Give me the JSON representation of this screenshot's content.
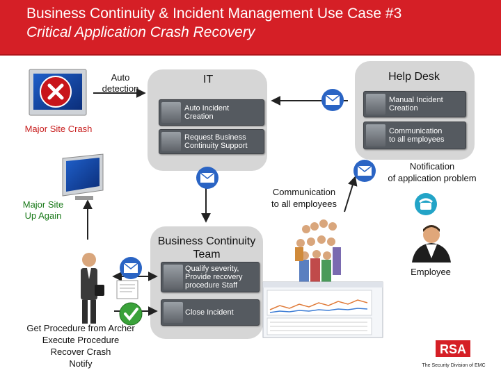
{
  "header": {
    "title": "Business Continuity & Incident Management Use Case #3",
    "subtitle": "Critical Application Crash Recovery"
  },
  "labels": {
    "auto_detection": "Auto\ndetection",
    "major_site_crash": "Major Site Crash",
    "major_site_up": "Major Site\nUp Again",
    "notification": "Notification\nof application problem",
    "communication": "Communication\nto all employees",
    "employee": "Employee",
    "procedure": "Get Procedure from Archer\nExecute Procedure\nRecover Crash\nNotify"
  },
  "it_panel": {
    "title": "IT",
    "buttons": [
      "Auto Incident\nCreation",
      "Request Business\nContinuity Support"
    ]
  },
  "helpdesk_panel": {
    "title": "Help Desk",
    "buttons": [
      "Manual Incident\nCreation",
      "Communication\nto all employees"
    ]
  },
  "bc_panel": {
    "title": "Business Continuity\nTeam",
    "buttons": [
      "Qualify severity,\nProvide recovery\nprocedure Staff",
      "Close Incident"
    ]
  },
  "logo": {
    "brand": "RSA",
    "tagline": "The Security Division of EMC"
  },
  "colors": {
    "header": "#d51f26",
    "panel": "#d6d6d6",
    "button": "#555a60",
    "green_text": "#1a7a1a",
    "red_text": "#c81e1e"
  }
}
